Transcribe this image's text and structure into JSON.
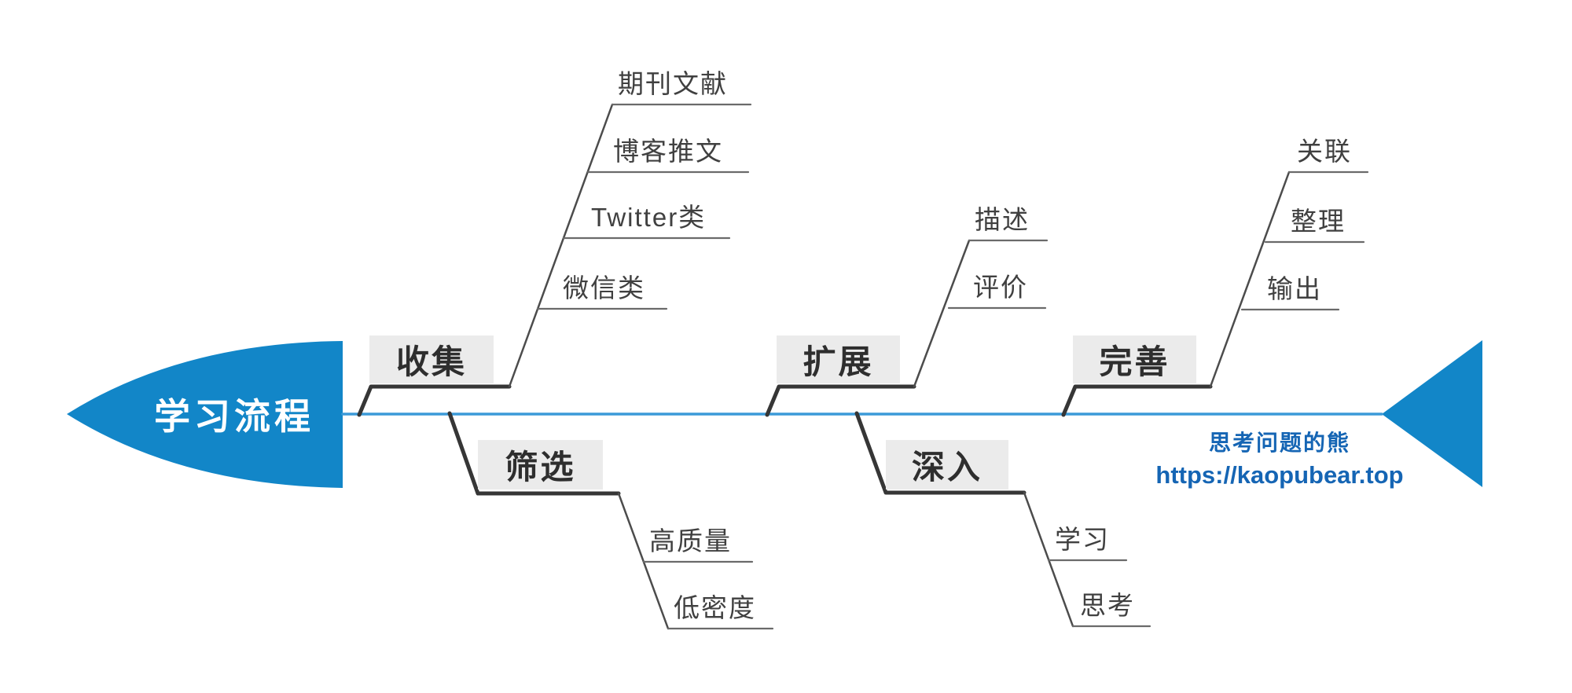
{
  "diagram_type": "fishbone",
  "title": "学习流程",
  "branches": [
    {
      "id": "collect",
      "label": "收集",
      "side": "top",
      "items": [
        "期刊文献",
        "博客推文",
        "Twitter类",
        "微信类"
      ]
    },
    {
      "id": "filter",
      "label": "筛选",
      "side": "bottom",
      "items": [
        "高质量",
        "低密度"
      ]
    },
    {
      "id": "expand",
      "label": "扩展",
      "side": "top",
      "items": [
        "描述",
        "评价"
      ]
    },
    {
      "id": "deepen",
      "label": "深入",
      "side": "bottom",
      "items": [
        "学习",
        "思考"
      ]
    },
    {
      "id": "refine",
      "label": "完善",
      "side": "top",
      "items": [
        "关联",
        "整理",
        "输出"
      ]
    }
  ],
  "credit": {
    "author": "思考问题的熊",
    "url": "https://kaopubear.top"
  },
  "colors": {
    "primary_blue": "#1286c8",
    "spine_blue": "#3b9ad8",
    "branch_dark": "#363636",
    "diagonal_gray": "#4c4c4c",
    "underline_gray": "#6a6a6a",
    "label_bg": "#ebebeb",
    "label_text": "#2e2e2e",
    "item_text": "#404040",
    "credit_blue": "#1565b4",
    "title_text": "#ffffff"
  }
}
